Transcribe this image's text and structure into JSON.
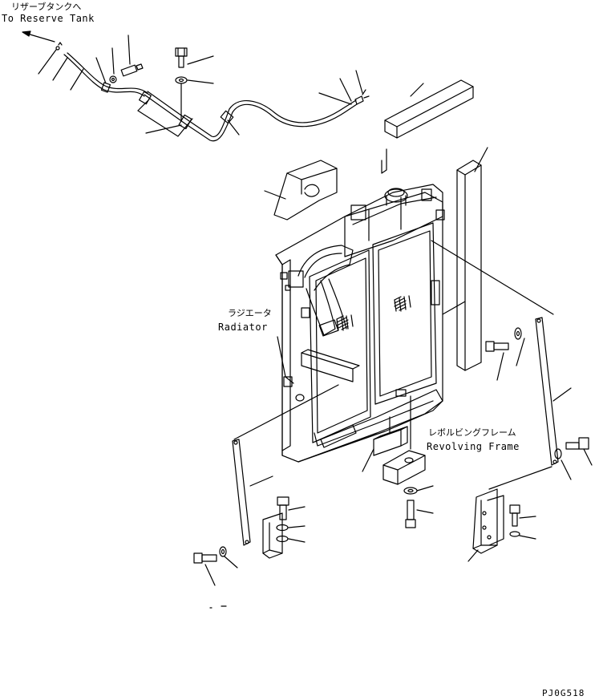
{
  "labels": {
    "reserve_tank_ja": "リザーブタンクへ",
    "reserve_tank_en": "To Reserve Tank",
    "radiator_ja": "ラジエータ",
    "radiator_en": "Radiator",
    "revolving_frame_ja": "レボルビングフレーム",
    "revolving_frame_en": "Revolving Frame",
    "drawing_code": "PJ0G518"
  }
}
